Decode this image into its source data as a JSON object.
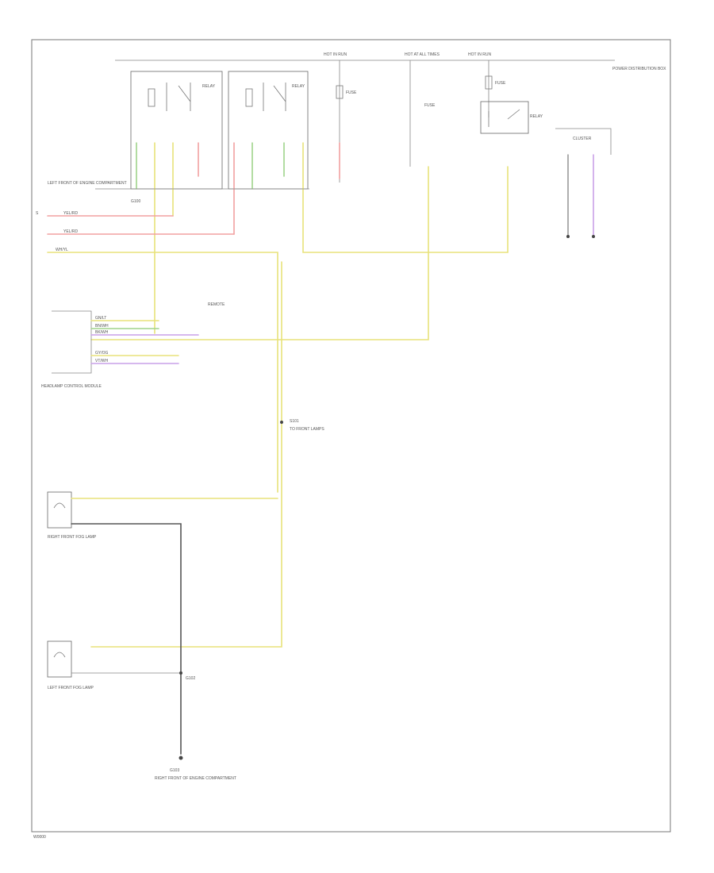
{
  "colors": {
    "yellow": "#e8e27a",
    "red": "#f2a0a0",
    "green": "#9fd48a",
    "violet": "#c9a0e8",
    "gray": "#9a9a9a",
    "black": "#555555",
    "frame": "#777777"
  },
  "labels": {
    "hot_run_1": "HOT IN RUN",
    "hot_at_all_times": "HOT AT ALL TIMES",
    "hot_in_run_2": "HOT IN RUN",
    "power_dist_top_right": "POWER DISTRIBUTION BOX",
    "fuse_a": "FUSE",
    "fuse_b": "FUSE",
    "fuse_c": "FUSE",
    "relay_left": "RELAY",
    "relay_mid": "RELAY",
    "relay_right": "RELAY",
    "left_front_ground": "LEFT FRONT OF ENGINE COMPARTMENT",
    "g100": "G100",
    "conn_s": "S",
    "wire_top_1": "YEL/RD",
    "wire_top_2": "YEL/RD",
    "wire_top_3": "WH/YL",
    "module_pins_1": "GN/LT",
    "module_pins_2": "BN/WH",
    "module_pins_3": "BK/WH",
    "module_pins_4": "GY/OG",
    "module_pins_5": "VT/WH",
    "module_name": "HEADLAMP CONTROL MODULE",
    "remote_label": "REMOTE",
    "splice_s1": "S101",
    "splice_text": "TO FRONT LAMPS",
    "connector_far_right": "CLUSTER",
    "right_front_fog": "RIGHT FRONT FOG LAMP",
    "left_front_fog": "LEFT FRONT FOG LAMP",
    "g102": "G102",
    "g103": "G103",
    "ground_bottom": "RIGHT FRONT OF ENGINE COMPARTMENT",
    "bottom_left_code": "W0000"
  }
}
